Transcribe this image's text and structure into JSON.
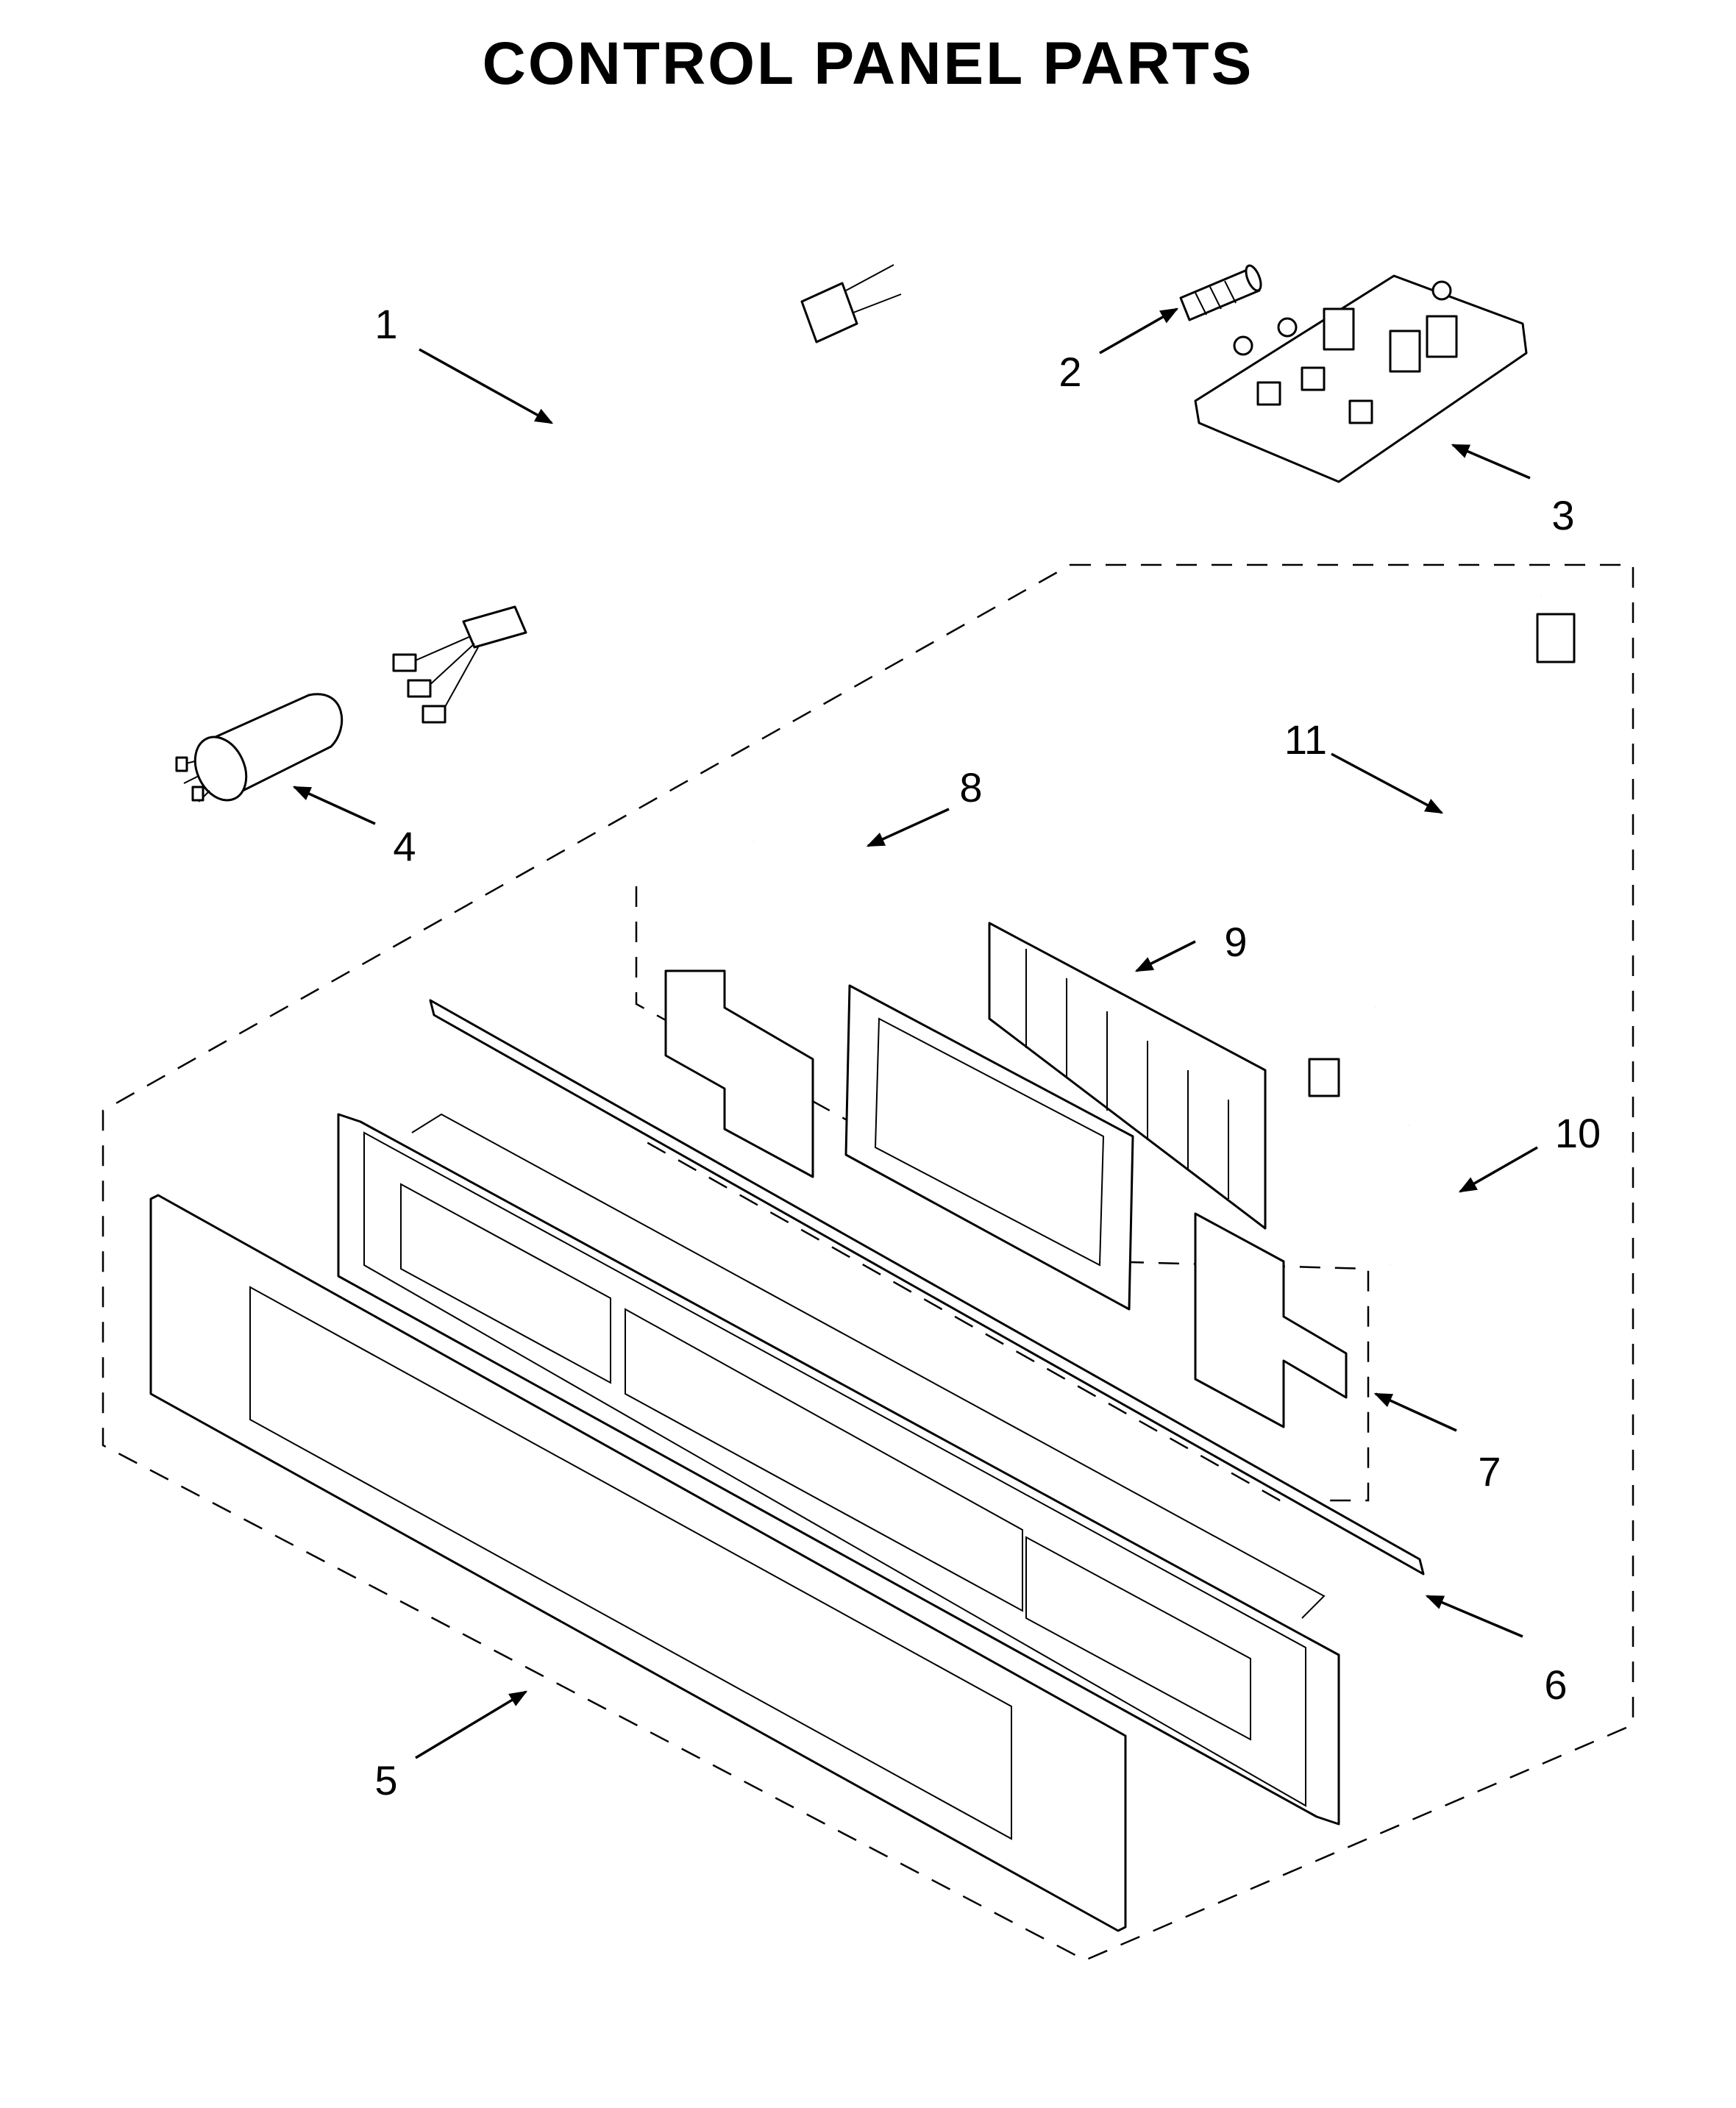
{
  "title": "CONTROL PANEL PARTS",
  "callouts": [
    {
      "id": "1",
      "part_icon": "power-cord-icon"
    },
    {
      "id": "2",
      "part_icon": "fuse-icon"
    },
    {
      "id": "3",
      "part_icon": "control-board-icon"
    },
    {
      "id": "4",
      "part_icon": "capacitor-icon"
    },
    {
      "id": "5",
      "part_icon": "control-panel-glass-icon"
    },
    {
      "id": "6",
      "part_icon": "control-panel-frame-icon"
    },
    {
      "id": "7",
      "part_icon": "touch-board-icon"
    },
    {
      "id": "8",
      "part_icon": "ribbon-cable-icon"
    },
    {
      "id": "9",
      "part_icon": "overlay-label-icon"
    },
    {
      "id": "10",
      "part_icon": "ribbon-cable-icon"
    },
    {
      "id": "11",
      "part_icon": "wire-harness-icon"
    }
  ]
}
